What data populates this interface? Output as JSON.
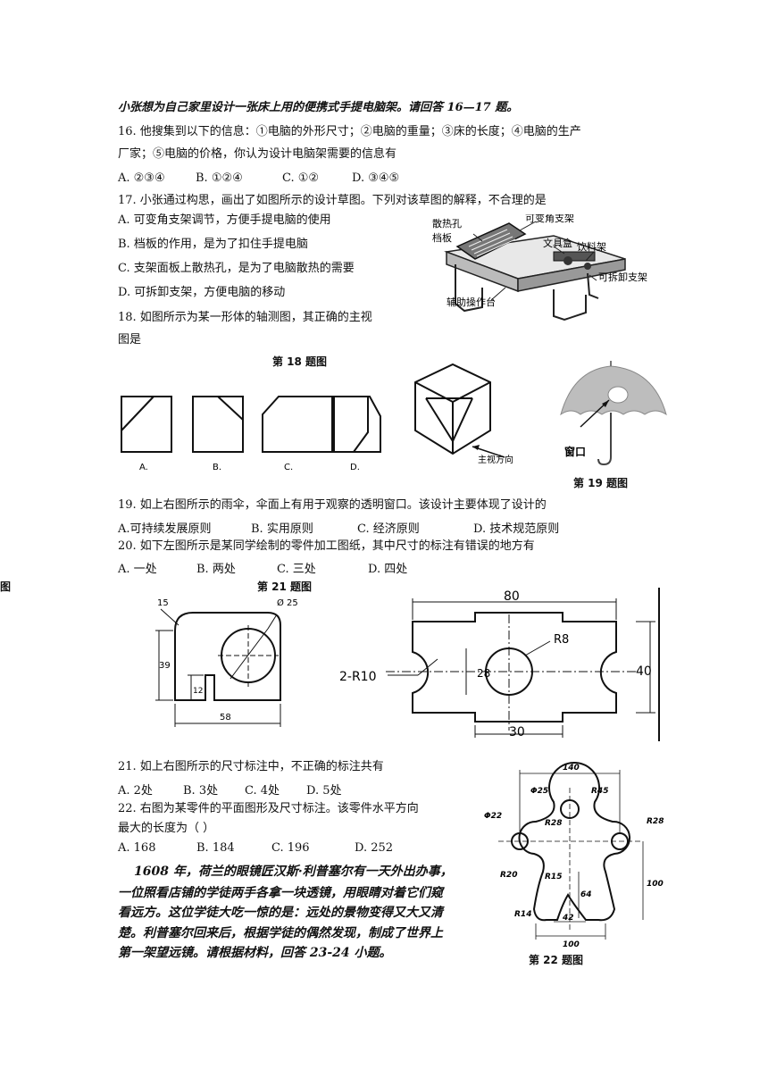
{
  "intro1": "小张想为自己家里设计一张床上用的便携式手提电脑架。请回答 16—17 题。",
  "q16": {
    "line1": "16. 他搜集到以下的信息：①电脑的外形尺寸；②电脑的重量；③床的长度；④电脑的生产",
    "line2": "厂家；⑤电脑的价格，你认为设计电脑架需要的信息有",
    "options": [
      "A. ②③④",
      "B. ①②④",
      "C. ①②",
      "D. ③④⑤"
    ]
  },
  "q17": {
    "stem": "17. 小张通过构思，画出了如图所示的设计草图。下列对该草图的解释，不合理的是",
    "options": [
      "A. 可变角支架调节，方便手提电脑的使用",
      "B. 档板的作用，是为了扣住手提电脑",
      "C. 支架面板上散热孔，是为了电脑散热的需要",
      "D. 可拆卸支架，方便电脑的移动"
    ],
    "labels": {
      "vent": "散热孔",
      "baffle": "档板",
      "stand": "可变角支架",
      "box": "文具盒",
      "drink": "饮料架",
      "leg": "可拆卸支架",
      "desk": "辅助操作台"
    }
  },
  "q18": {
    "line1": "18. 如图所示为某一形体的轴测图，其正确的主视",
    "line2": "图是",
    "caption": "第 18 题图",
    "choice_labels": [
      "A.",
      "B.",
      "C.",
      "D."
    ],
    "view_label": "主视方向"
  },
  "q19": {
    "window_label": "窗口",
    "caption": "第 19 题图",
    "stem": "19. 如上右图所示的雨伞，伞面上有用于观察的透明窗口。该设计主要体现了设计的",
    "options": [
      "A.可持续发展原则",
      "B. 实用原则",
      "C. 经济原则",
      "D. 技术规范原则"
    ]
  },
  "q20": {
    "stem": "20. 如下左图所示是某同学绘制的零件加工图纸，其中尺寸的标注有错误的地方有",
    "options": [
      "A. 一处",
      "B. 两处",
      "C. 三处",
      "D. 四处"
    ],
    "side_fragment": "图",
    "dims": [
      "15",
      "Ø 25",
      "39",
      "12",
      "58"
    ]
  },
  "q21": {
    "caption": "第 21 题图",
    "dims": [
      "80",
      "R8",
      "28",
      "2-R10",
      "40",
      "30"
    ],
    "stem": "21. 如上右图所示的尺寸标注中，不正确的标注共有",
    "options": [
      "A. 2处",
      "B. 3处",
      "C. 4处",
      "D. 5处"
    ]
  },
  "q22": {
    "line1": "22. 右图为某零件的平面图形及尺寸标注。该零件水平方向",
    "line2": "最大的长度为（   ）",
    "options": [
      "A. 168",
      "B. 184",
      "C. 196",
      "D. 252"
    ],
    "caption": "第 22 题图",
    "dims": [
      "140",
      "Φ25",
      "R45",
      "Φ22",
      "R28",
      "R28",
      "R20",
      "R15",
      "64",
      "100",
      "R14",
      "42",
      "100"
    ]
  },
  "passage": {
    "lines": [
      "1608 年，荷兰的眼镜匠汉斯·利普塞尔有一天外出办事，",
      "一位照看店铺的学徒两手各拿一块透镜，用眼睛对着它们窥",
      "看远方。这位学徒大吃一惊的是：远处的景物变得又大又清",
      "楚。利普塞尔回来后，根据学徒的偶然发现，制成了世界上",
      "第一架望远镜。请根据材料，回答 23-24 小题。"
    ]
  }
}
